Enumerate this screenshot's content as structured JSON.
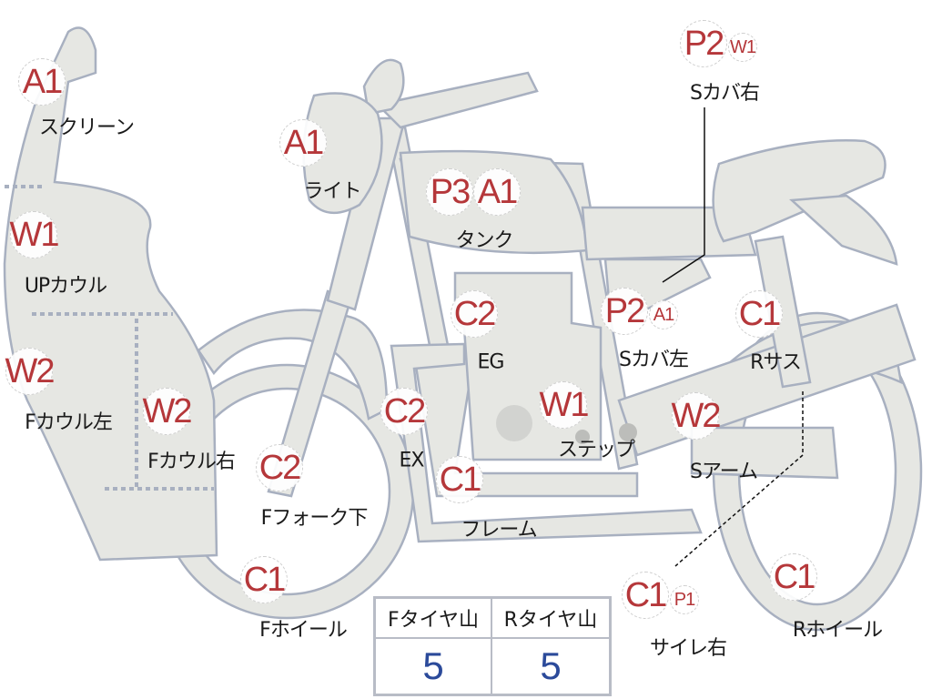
{
  "colors": {
    "part_fill": "#e6e7e3",
    "part_stroke": "#a8b0c0",
    "code": "#b5373a",
    "value": "#2b4a9a"
  },
  "parts": {
    "screen": {
      "label": "スクリーン",
      "codes": [
        "A1"
      ]
    },
    "light": {
      "label": "ライト",
      "codes": [
        "A1"
      ]
    },
    "tank": {
      "label": "タンク",
      "codes": [
        "P3",
        "A1"
      ]
    },
    "up_cowl": {
      "label": "UPカウル",
      "codes": [
        "W1"
      ]
    },
    "engine": {
      "label": "EG",
      "codes": [
        "C2"
      ]
    },
    "side_cover_left": {
      "label": "Sカバ左",
      "codes": [
        "P2",
        "A1"
      ]
    },
    "rear_suspension": {
      "label": "Rサス",
      "codes": [
        "C1"
      ]
    },
    "f_cowl_left": {
      "label": "Fカウル左",
      "codes": [
        "W2"
      ]
    },
    "f_cowl_right": {
      "label": "Fカウル右",
      "codes": [
        "W2"
      ]
    },
    "exhaust": {
      "label": "EX",
      "codes": [
        "C2"
      ]
    },
    "step": {
      "label": "ステップ",
      "codes": [
        "W1"
      ]
    },
    "swing_arm": {
      "label": "Sアーム",
      "codes": [
        "W2"
      ]
    },
    "front_fork_lower": {
      "label": "Fフォーク下",
      "codes": [
        "C2"
      ]
    },
    "frame": {
      "label": "フレーム",
      "codes": [
        "C1"
      ]
    },
    "front_wheel": {
      "label": "Fホイール",
      "codes": [
        "C1"
      ]
    },
    "silencer_right": {
      "label": "サイレ右",
      "codes": [
        "C1",
        "P1"
      ]
    },
    "rear_wheel": {
      "label": "Rホイール",
      "codes": [
        "C1"
      ]
    },
    "side_cover_right": {
      "label": "Sカバ右",
      "codes": [
        "P2",
        "W1"
      ]
    }
  },
  "tire_table": {
    "headers": [
      "Fタイヤ山",
      "Rタイヤ山"
    ],
    "values": [
      "5",
      "5"
    ]
  }
}
